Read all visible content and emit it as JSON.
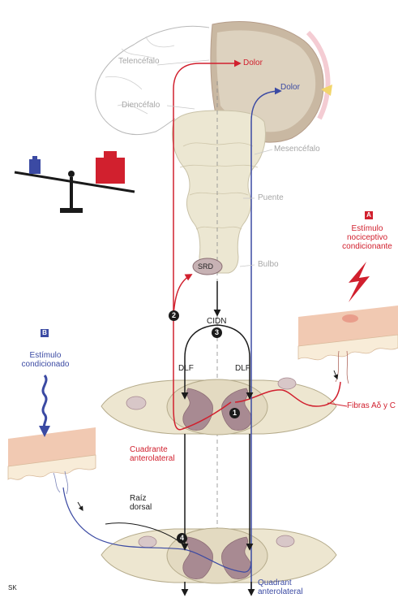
{
  "labels": {
    "telencefalo": "Telencéfalo",
    "diencefalo": "Diencéfalo",
    "mesencefalo": "Mesencéfalo",
    "puente": "Puente",
    "bulbo": "Bulbo",
    "dolor_red": "Dolor",
    "dolor_blue": "Dolor",
    "srd": "SRD",
    "cidn": "CIDN",
    "dlf_left": "DLF",
    "dlf_right": "DLF",
    "estimulo_nociceptivo": "Estímulo\nnociceptivo\ncondicionante",
    "estimulo_condicionado": "Estímulo\ncondicionado",
    "fibras": "Fibras Aδ y C",
    "cuadrante_red": "Cuadrante\nanterolateral",
    "raiz_dorsal": "Raíz\ndorsal",
    "cuadrante_blue": "Quadrant\nanterolateral",
    "signature": "SK"
  },
  "badges": {
    "a": "A",
    "b": "B"
  },
  "steps": {
    "one": "1",
    "two": "2",
    "three": "3",
    "four": "4"
  },
  "colors": {
    "red": "#d1202e",
    "blue": "#3b4aa3",
    "tissue": "#ede6d0",
    "gray_matter": "#a88a92",
    "brain": "#ece7d2",
    "skin": "#f4d2bc"
  }
}
